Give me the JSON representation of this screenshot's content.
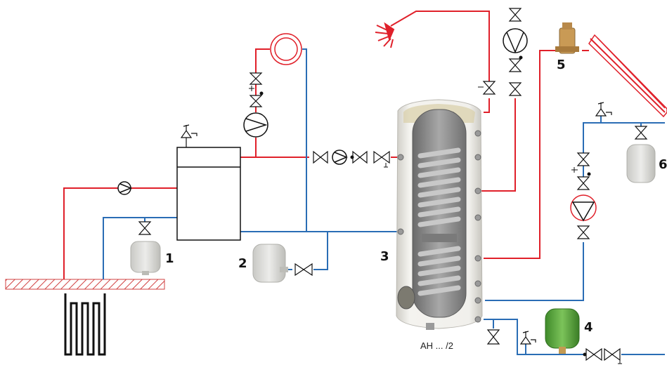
{
  "diagram": {
    "labels": {
      "label_1": "1",
      "label_2": "2",
      "label_3": "3",
      "label_4": "4",
      "label_5": "5",
      "label_6": "6",
      "tank_model": "AH ... /2"
    },
    "colors": {
      "hot_pipe": "#e0202a",
      "cold_pipe": "#2a6db5",
      "symbol": "#1a1a1a",
      "tank_shell": "#e8e6e0",
      "tank_inner": "#8a8a8a",
      "coil": "#b8b8b8",
      "vessel_grey": "#d9d9d6",
      "vessel_green": "#5aa33a",
      "floor_hatch": "#d04040",
      "collector": "#e0202a"
    },
    "icons": [
      "pump-icon",
      "valve-icon",
      "safety-valve-icon",
      "expansion-vessel-icon",
      "shower-icon",
      "radiator-icon",
      "air-vent-icon",
      "solar-collector-icon",
      "boiler-icon",
      "storage-tank-icon",
      "floor-heating-icon"
    ]
  }
}
